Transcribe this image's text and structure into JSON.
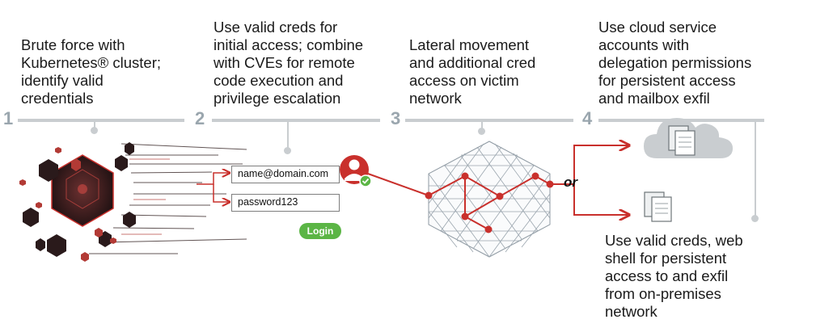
{
  "steps": [
    {
      "number": "1",
      "caption": "Brute force with\nKubernetes® cluster;\nidentify valid\ncredentials"
    },
    {
      "number": "2",
      "caption": "Use valid creds for\ninitial access; combine\nwith CVEs for remote\ncode execution and\nprivilege escalation"
    },
    {
      "number": "3",
      "caption": "Lateral movement\nand additional cred\naccess on victim\nnetwork"
    },
    {
      "number": "4",
      "caption": "Use cloud service\naccounts with\ndelegation permissions\nfor persistent access\nand mailbox exfil"
    }
  ],
  "login_form": {
    "username_value": "name@domain.com",
    "password_value": "password123",
    "login_label": "Login"
  },
  "branch_label": "or",
  "on_prem_caption": "Use valid creds, web\nshell for persistent\naccess to and exfil\nfrom on-premises\nnetwork",
  "icons": [
    "kubernetes-cluster-icon",
    "user-avatar-icon",
    "checkmark-icon",
    "network-mesh-icon",
    "cloud-icon",
    "documents-icon"
  ],
  "colors": {
    "accent_red": "#c9302c",
    "timeline_gray": "#c9cdd0",
    "step_number_gray": "#9aa6ae",
    "login_green": "#5bb545"
  }
}
